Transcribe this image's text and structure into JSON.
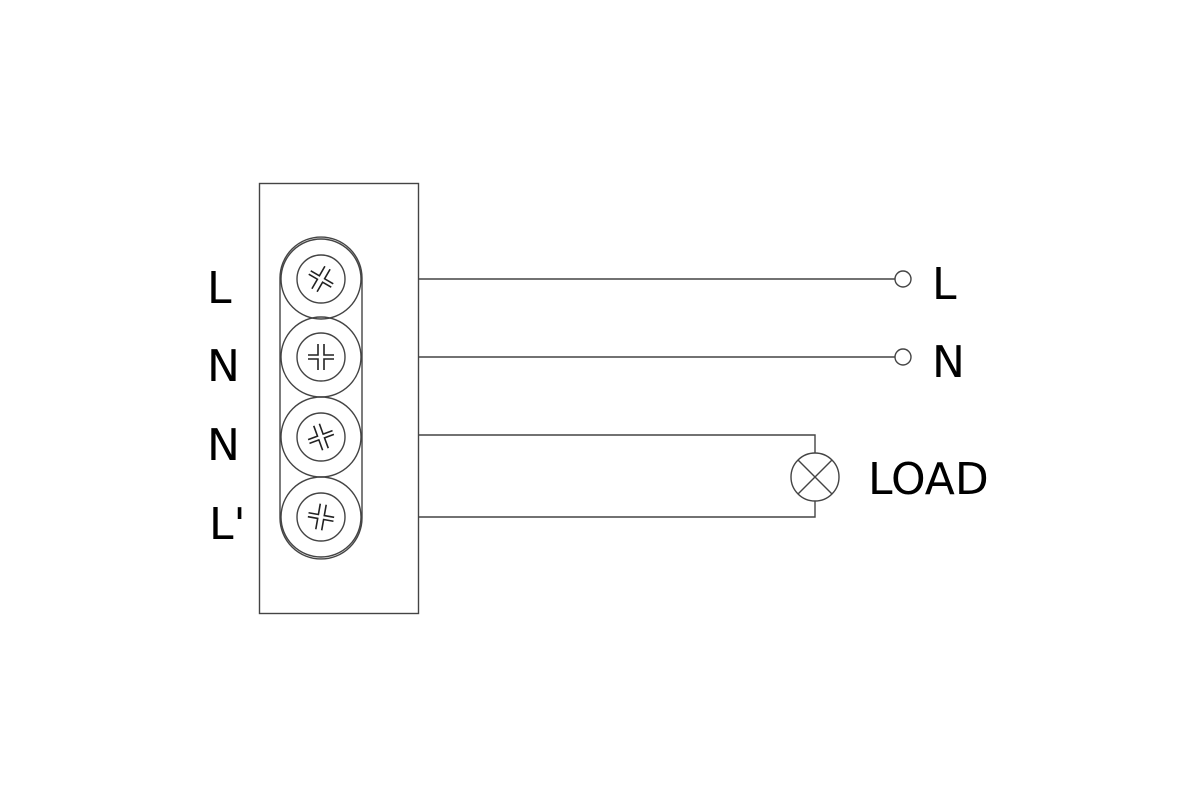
{
  "terminal_labels": [
    "L",
    "N",
    "N",
    "L'"
  ],
  "supply_labels": {
    "line": "L",
    "neutral": "N"
  },
  "load_label": "LOAD",
  "colors": {
    "line": "#444444",
    "text": "#000000",
    "background": "#ffffff"
  }
}
